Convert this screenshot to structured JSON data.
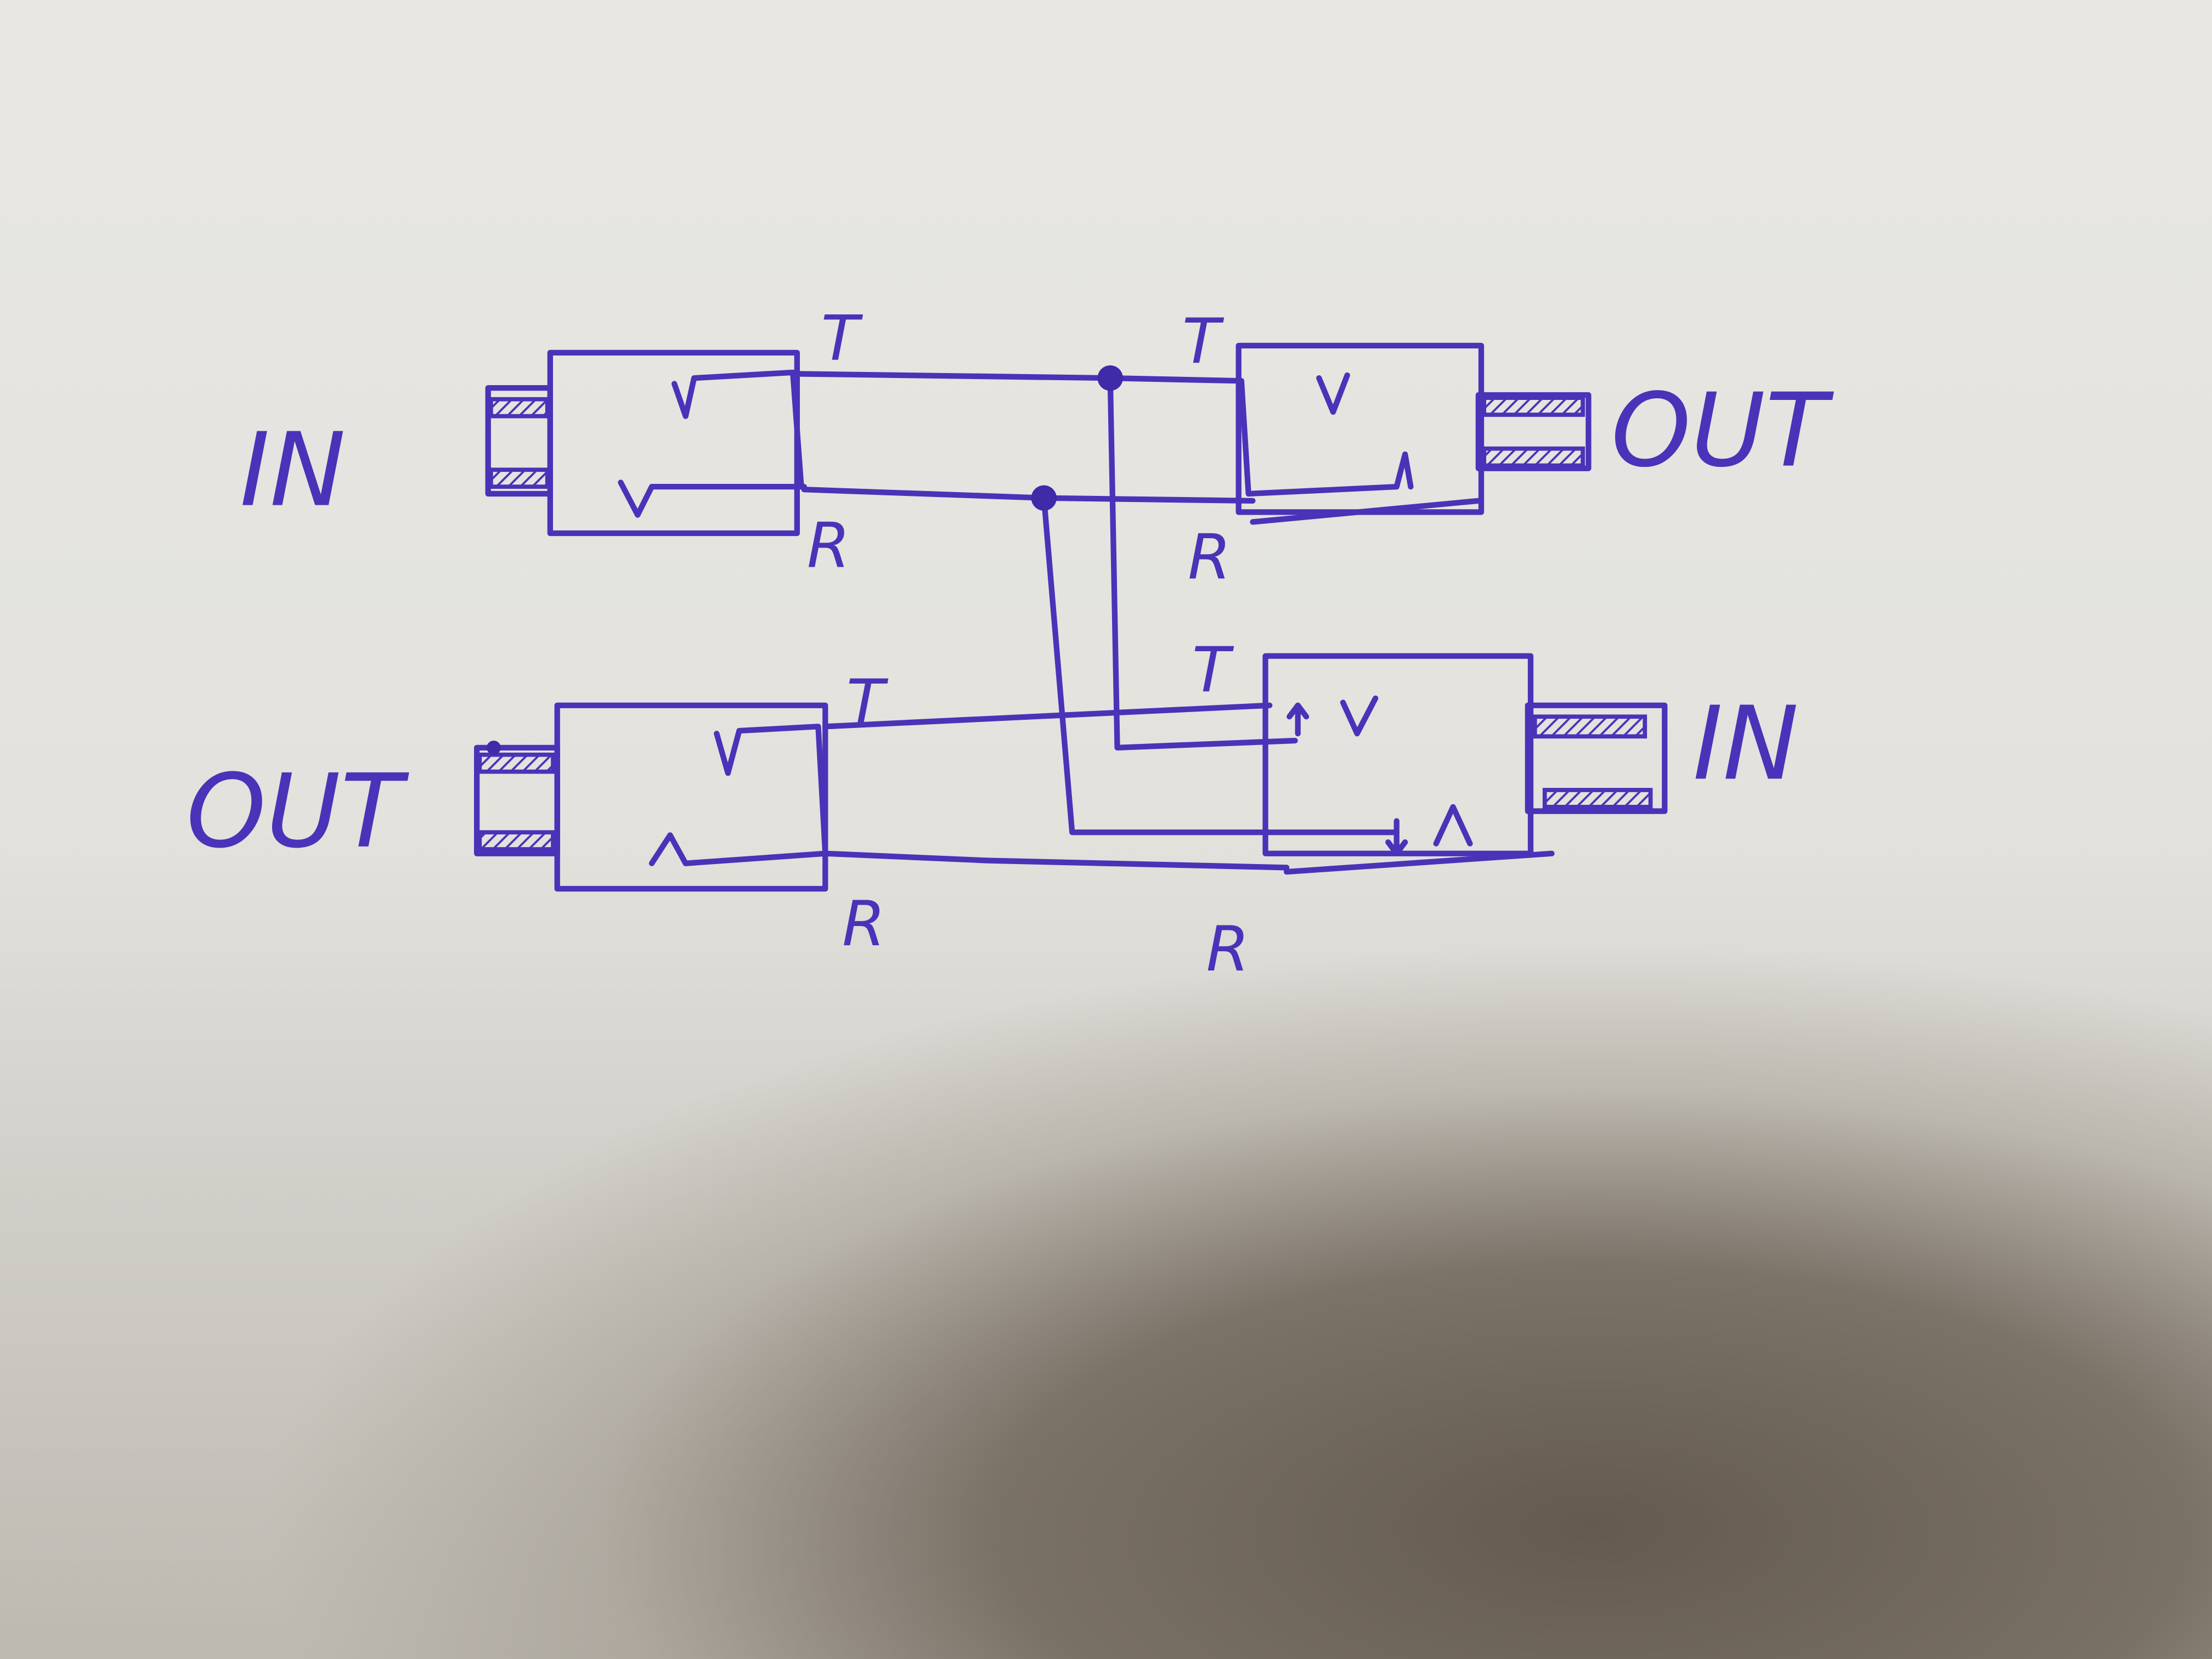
{
  "diagram": {
    "labels": {
      "top_left_jack": "IN",
      "top_right_jack": "OUT",
      "bottom_left_jack": "OUT",
      "bottom_right_jack": "IN"
    },
    "terminals": {
      "top_left_tip": "T",
      "top_left_ring": "R",
      "top_right_tip": "T",
      "top_right_ring": "R",
      "bottom_left_tip": "T",
      "bottom_left_ring": "R",
      "bottom_right_tip": "T",
      "bottom_right_ring": "R"
    },
    "ink_color": "#4a33b8"
  }
}
